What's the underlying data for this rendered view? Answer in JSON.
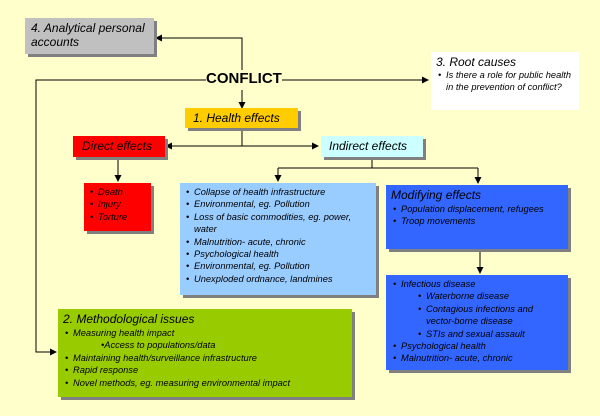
{
  "nodes": {
    "analytical": {
      "title": "4. Analytical personal accounts",
      "color": "#c0c0c0"
    },
    "conflict": {
      "title": "CONFLICT"
    },
    "root_causes": {
      "title": "3. Root causes",
      "items": [
        "Is there a role for public health in the prevention of conflict?"
      ]
    },
    "health_effects": {
      "title": "1. Health effects",
      "color": "#ffcc00"
    },
    "direct_effects": {
      "title": "Direct effects",
      "color": "#ff0000"
    },
    "indirect_effects": {
      "title": "Indirect effects",
      "color": "#ccffff"
    },
    "direct_list": {
      "items": [
        "Death",
        "Injury",
        "Torture"
      ]
    },
    "indirect_list": {
      "color": "#99ccff",
      "items": [
        "Collapse of health infrastructure",
        "Environmental, eg. Pollution",
        "Loss of basic commodities, eg. power, water",
        "Malnutrition- acute, chronic",
        "Psychological health",
        "Environmental, eg. Pollution",
        "Unexploded ordnance, landmines"
      ]
    },
    "modifying": {
      "title": "Modifying effects",
      "color": "#3366ff",
      "items": [
        "Population displacement, refugees",
        "Troop movements"
      ]
    },
    "infectious": {
      "items": [
        "Infectious disease"
      ],
      "subitems": [
        "Waterborne disease",
        "Contagious infections and vector-borne disease",
        "STIs and sexual assault"
      ],
      "items_after": [
        "Psychological health",
        "Malnutrition- acute, chronic"
      ]
    },
    "methodological": {
      "title": "2. Methodological issues",
      "color": "#99cc00",
      "items": [
        "Measuring health impact"
      ],
      "subitem": "•Access to populations/data",
      "items_after": [
        "Maintaining health/surveillance infrastructure",
        "Rapid response",
        "Novel methods, eg. measuring environmental impact"
      ]
    }
  }
}
